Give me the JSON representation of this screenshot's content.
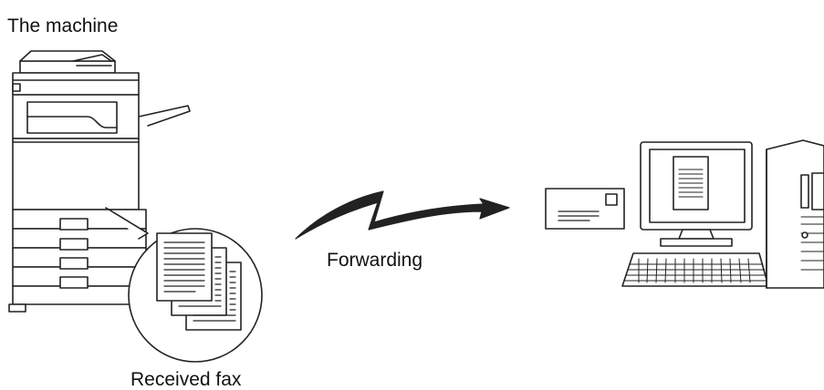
{
  "labels": {
    "machine": "The machine",
    "forwarding": "Forwarding",
    "received_fax": "Received fax"
  },
  "icons": {
    "machine": "multifunction-printer-icon",
    "fax_documents": "stacked-documents-icon",
    "arrow": "zigzag-arrow-icon",
    "envelope": "envelope-icon",
    "computer": "desktop-computer-icon"
  }
}
